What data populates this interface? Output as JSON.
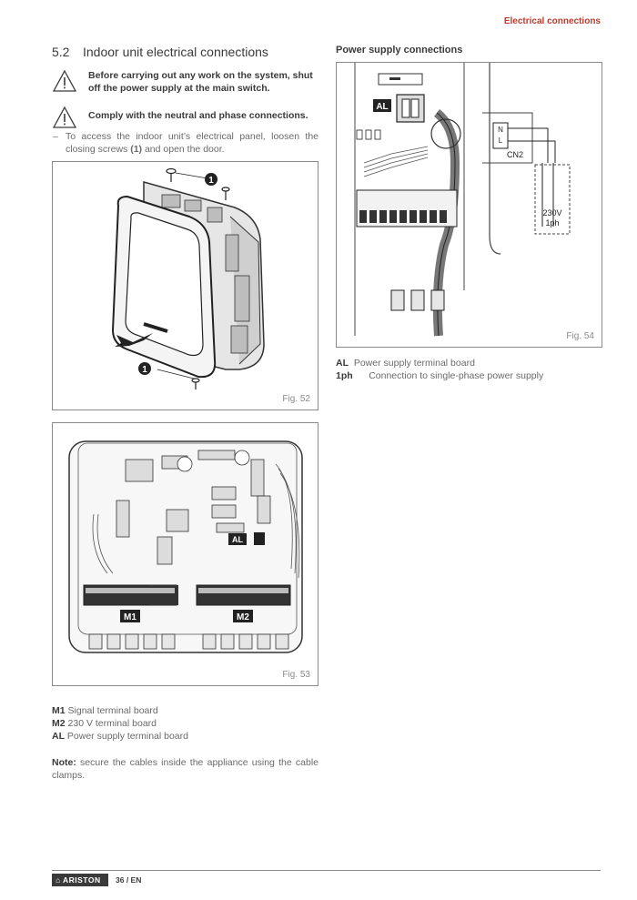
{
  "header": {
    "section_label": "Electrical connections"
  },
  "section": {
    "number": "5.2",
    "title": "Indoor unit electrical connections"
  },
  "warnings": [
    {
      "text": "Before carrying out any work on the system, shut off the power supply at the main switch."
    },
    {
      "text": "Comply with the neutral and phase connections."
    }
  ],
  "step": {
    "dash": "–",
    "text_before": "To access the indoor unit’s electrical panel, loosen the closing screws ",
    "ref": "(1)",
    "text_after": " and open the door."
  },
  "fig52": {
    "caption": "Fig. 52",
    "callout": "1"
  },
  "fig53": {
    "caption": "Fig. 53",
    "labels": {
      "m1": "M1",
      "m2": "M2",
      "al": "AL"
    }
  },
  "legend_left": [
    {
      "code": "M1",
      "desc": "Signal terminal board"
    },
    {
      "code": "M2",
      "desc": "230 V terminal board"
    },
    {
      "code": "AL",
      "desc": "Power supply terminal board"
    }
  ],
  "note": {
    "label": "Note:",
    "text": " secure the cables inside the appliance using the cable clamps."
  },
  "right": {
    "title": "Power supply connections",
    "fig54": {
      "caption": "Fig. 54",
      "al": "AL",
      "cn2": "CN2",
      "voltage": "230V",
      "phase": "1ph",
      "term_n": "N",
      "term_l": "L"
    }
  },
  "legend_right": [
    {
      "code": "AL",
      "desc": "Power supply terminal board"
    },
    {
      "code": "1ph",
      "desc": "Connection to single-phase power supply"
    }
  ],
  "footer": {
    "brand": "ARISTON",
    "page": "36 / EN"
  }
}
